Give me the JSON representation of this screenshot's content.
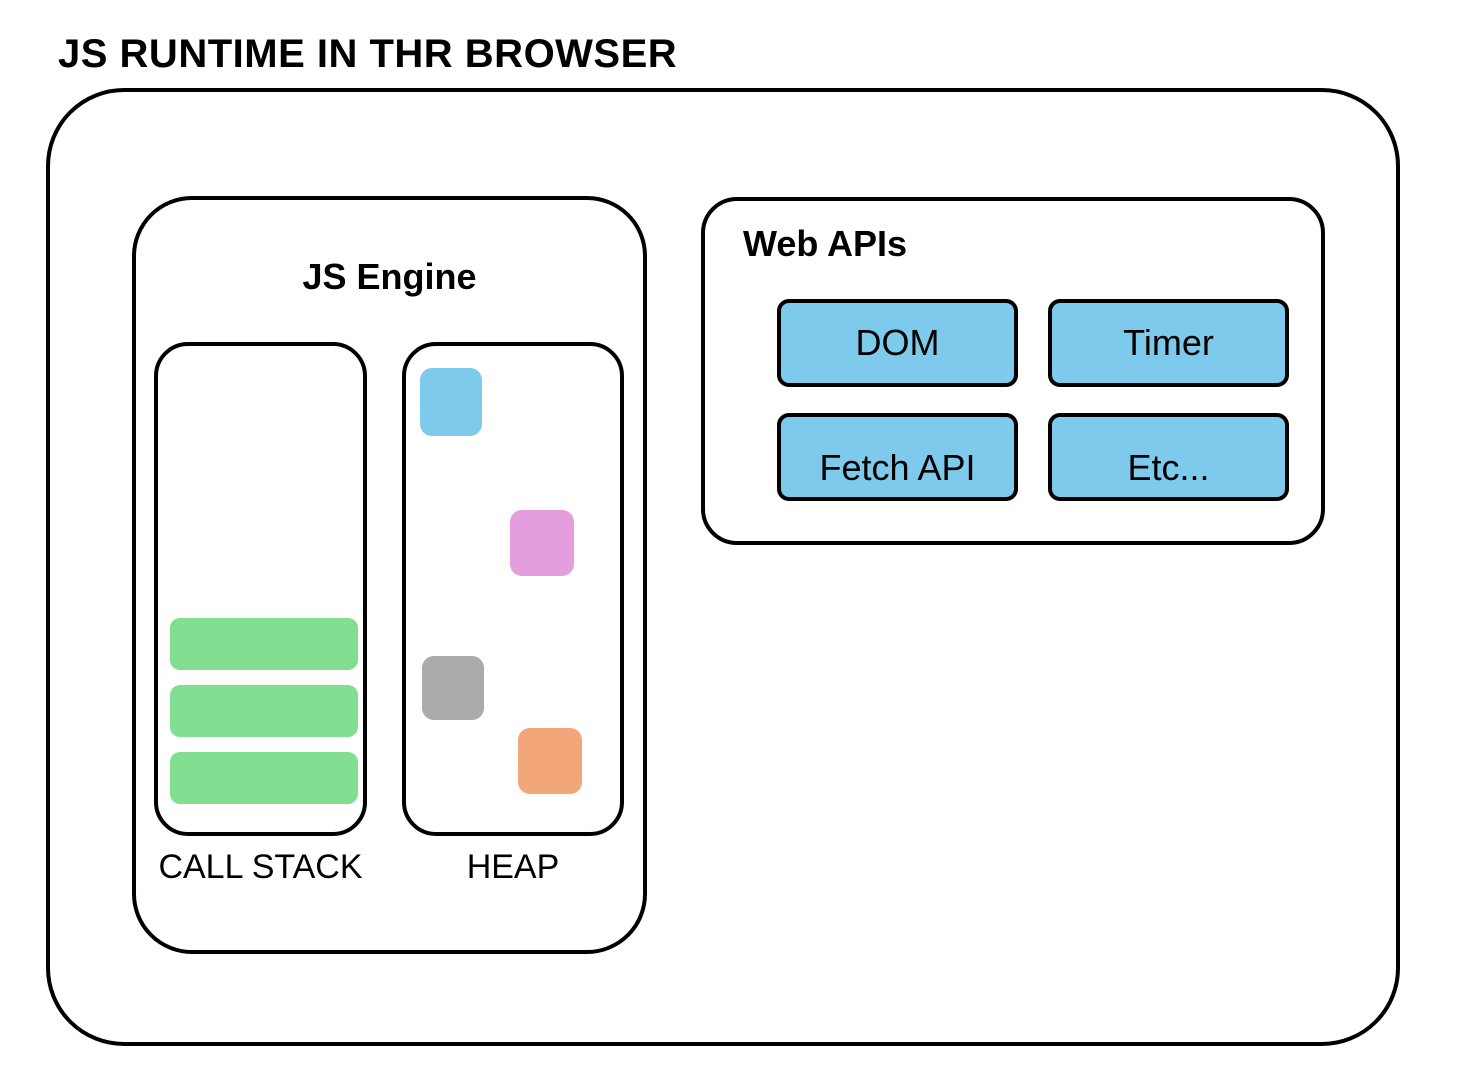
{
  "diagram": {
    "title": "JS RUNTIME IN THR BROWSER"
  },
  "engine": {
    "title": "JS Engine",
    "call_stack": {
      "label": "CALL STACK",
      "frames": [
        {
          "name": "stack-frame-1",
          "color": "#82DE90"
        },
        {
          "name": "stack-frame-2",
          "color": "#82DE90"
        },
        {
          "name": "stack-frame-3",
          "color": "#82DE90"
        }
      ]
    },
    "heap": {
      "label": "HEAP",
      "objects": [
        {
          "name": "heap-object-blue",
          "color": "#7ECAEC"
        },
        {
          "name": "heap-object-pink",
          "color": "#E49EDE"
        },
        {
          "name": "heap-object-gray",
          "color": "#AAAAAA"
        },
        {
          "name": "heap-object-orange",
          "color": "#F2A679"
        }
      ]
    }
  },
  "web_apis": {
    "title": "Web APIs",
    "items": [
      {
        "label": "DOM",
        "color": "#7ECAEC"
      },
      {
        "label": "Timer",
        "color": "#7ECAEC"
      },
      {
        "label": "Fetch API",
        "color": "#7ECAEC"
      },
      {
        "label": "Etc...",
        "color": "#7ECAEC"
      }
    ]
  },
  "colors": {
    "stroke": "#000000",
    "background": "#FFFFFF",
    "blue": "#7ECAEC",
    "green": "#82DE90",
    "pink": "#E49EDE",
    "gray": "#AAAAAA",
    "orange": "#F2A679"
  }
}
